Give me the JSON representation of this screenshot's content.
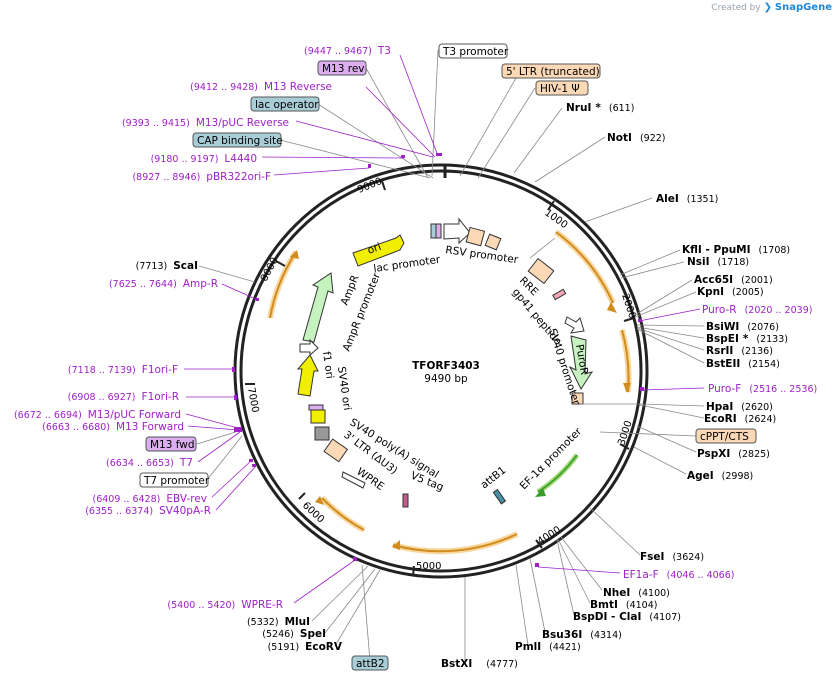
{
  "brand": {
    "prefix": "Created by",
    "name": "SnapGene"
  },
  "plasmid": {
    "name": "TFORF3403",
    "size": "9490 bp"
  },
  "ticks": [
    "1000",
    "2000",
    "3000",
    "4000",
    "5000",
    "6000",
    "7000",
    "8000",
    "9000"
  ],
  "features": [
    {
      "name": "T3 promoter",
      "style": "box"
    },
    {
      "name": "5' LTR (truncated)",
      "style": "orange"
    },
    {
      "name": "HIV-1 Ψ",
      "style": "orange"
    },
    {
      "name": "lac operator",
      "style": "teal"
    },
    {
      "name": "CAP binding site",
      "style": "teal"
    },
    {
      "name": "M13 rev",
      "style": "purple"
    },
    {
      "name": "M13 fwd",
      "style": "purple"
    },
    {
      "name": "T7 promoter",
      "style": "box"
    },
    {
      "name": "cPPT/CTS",
      "style": "orange"
    },
    {
      "name": "attB2",
      "style": "teal"
    }
  ],
  "inner_labels": [
    "ori",
    "lac promoter",
    "RSV promoter",
    "RRE",
    "gp41 peptide",
    "SV40 promoter",
    "PuroR",
    "AmpR",
    "AmpR promoter",
    "f1 ori",
    "SV40 ori",
    "SV40 poly(A) signal",
    "3' LTR (ΔU3)",
    "WPRE",
    "V5 tag",
    "attB1",
    "EF-1α promoter"
  ],
  "enzymes": [
    {
      "name": "NruI",
      "star": "*",
      "pos": "(611)"
    },
    {
      "name": "NotI",
      "pos": "(922)"
    },
    {
      "name": "AleI",
      "pos": "(1351)"
    },
    {
      "name": "KflI",
      "extra": " - PpuMI",
      "pos": "(1708)"
    },
    {
      "name": "NsiI",
      "pos": "(1718)"
    },
    {
      "name": "Acc65I",
      "pos": "(2001)"
    },
    {
      "name": "KpnI",
      "pos": "(2005)"
    },
    {
      "name": "BsiWI",
      "pos": "(2076)"
    },
    {
      "name": "BspEI",
      "star": "*",
      "pos": "(2133)"
    },
    {
      "name": "RsrII",
      "pos": "(2136)"
    },
    {
      "name": "BstEII",
      "pos": "(2154)"
    },
    {
      "name": "HpaI",
      "pos": "(2620)"
    },
    {
      "name": "EcoRI",
      "pos": "(2624)"
    },
    {
      "name": "PspXI",
      "pos": "(2825)"
    },
    {
      "name": "AgeI",
      "pos": "(2998)"
    },
    {
      "name": "FseI",
      "pos": "(3624)"
    },
    {
      "name": "NheI",
      "pos": "(4100)"
    },
    {
      "name": "BmtI",
      "pos": "(4104)"
    },
    {
      "name": "BspDI",
      "extra": " - ClaI",
      "pos": "(4107)"
    },
    {
      "name": "Bsu36I",
      "pos": "(4314)"
    },
    {
      "name": "PmlI",
      "pos": "(4421)"
    },
    {
      "name": "BstXI",
      "pos": "(4777)"
    },
    {
      "name": "EcoRV",
      "pos": "(5191)"
    },
    {
      "name": "SpeI",
      "pos": "(5246)"
    },
    {
      "name": "MluI",
      "pos": "(5332)"
    },
    {
      "name": "ScaI",
      "pos": "(7713)"
    }
  ],
  "primers": [
    {
      "name": "T3",
      "pos": "(9447 .. 9467)"
    },
    {
      "name": "M13 Reverse",
      "pos": "(9412 .. 9428)"
    },
    {
      "name": "M13/pUC Reverse",
      "pos": "(9393 .. 9415)"
    },
    {
      "name": "L4440",
      "pos": "(9180 .. 9197)"
    },
    {
      "name": "pBR322ori-F",
      "pos": "(8927 .. 8946)"
    },
    {
      "name": "Amp-R",
      "pos": "(7625 .. 7644)"
    },
    {
      "name": "F1ori-F",
      "pos": "(7118 .. 7139)"
    },
    {
      "name": "F1ori-R",
      "pos": "(6908 .. 6927)"
    },
    {
      "name": "M13/pUC Forward",
      "pos": "(6672 .. 6694)"
    },
    {
      "name": "M13 Forward",
      "pos": "(6663 .. 6680)"
    },
    {
      "name": "T7",
      "pos": "(6634 .. 6653)"
    },
    {
      "name": "EBV-rev",
      "pos": "(6409 .. 6428)"
    },
    {
      "name": "SV40pA-R",
      "pos": "(6355 .. 6374)"
    },
    {
      "name": "Puro-R",
      "pos": "(2020 .. 2039)"
    },
    {
      "name": "Puro-F",
      "pos": "(2516 .. 2536)"
    },
    {
      "name": "EF1a-F",
      "pos": "(4046 .. 4066)"
    },
    {
      "name": "WPRE-R",
      "pos": "(5400 .. 5420)"
    }
  ],
  "colors": {
    "primer": "#a020c8",
    "orange_fill": "#fcd9b6",
    "teal_fill": "#a8cdd6",
    "purple_fill": "#dcaef0",
    "yellow": "#f2ee00",
    "green_fill": "#c6f2c0",
    "ring": "#222222",
    "gold": "#e3a33a"
  }
}
